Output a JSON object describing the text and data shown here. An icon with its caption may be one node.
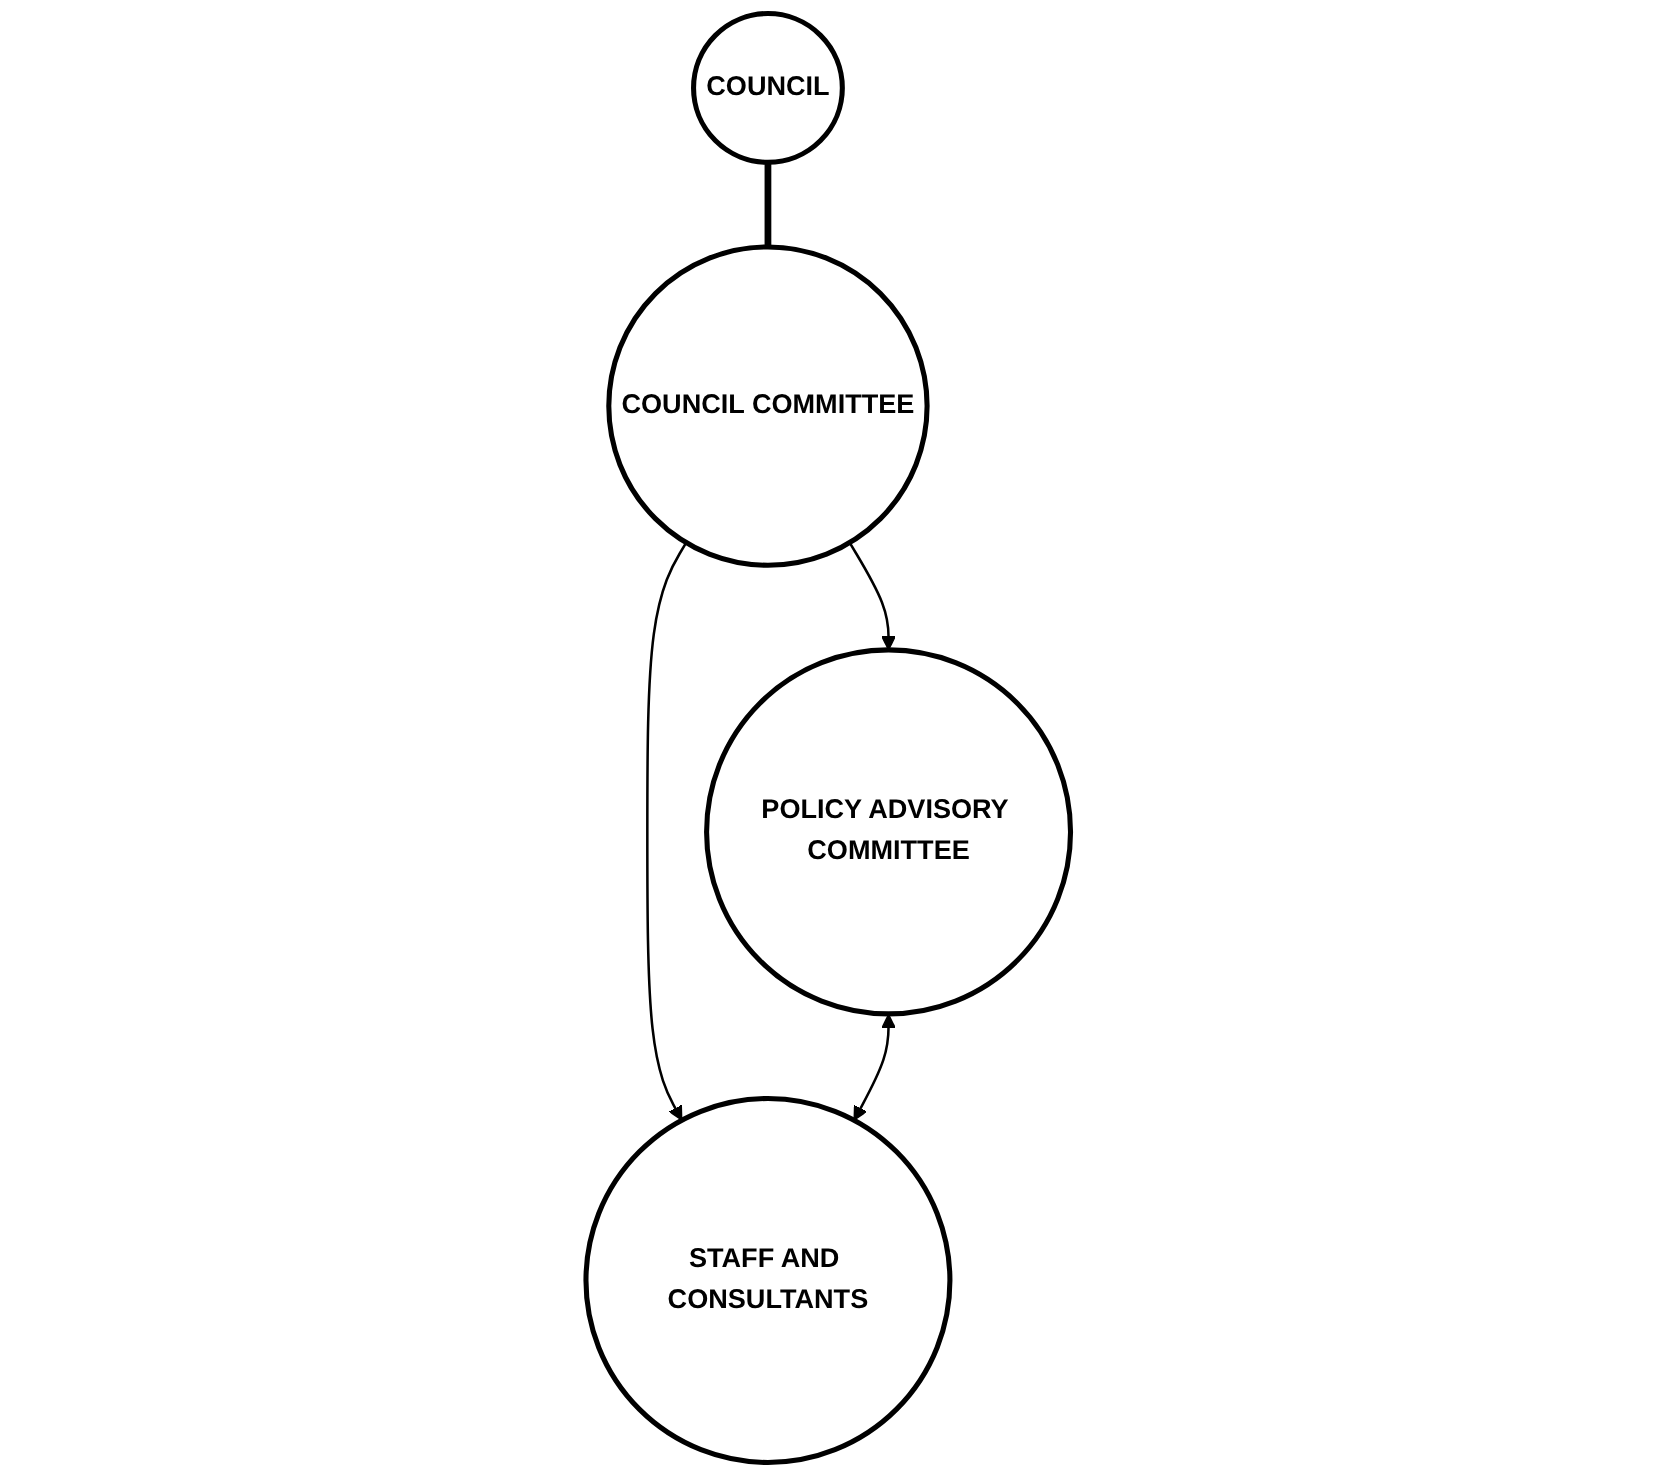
{
  "diagram": {
    "nodes": [
      {
        "text": [
          "COUNCIL"
        ]
      },
      {
        "text": [
          "COUNCIL COMMITTEE"
        ]
      },
      {
        "text": [
          "POLICY ADVISORY COMMITTEE"
        ]
      },
      {
        "text": [
          "STAFF AND CONSULTANTS"
        ]
      }
    ],
    "edges": [
      {
        "from": 0,
        "to": 1,
        "arrow": "none",
        "style": "thick"
      },
      {
        "from": 1,
        "to": 2,
        "arrow": "to"
      },
      {
        "from": 1,
        "to": 3,
        "arrow": "to"
      },
      {
        "from": 2,
        "to": 3,
        "arrow": "both"
      }
    ]
  }
}
